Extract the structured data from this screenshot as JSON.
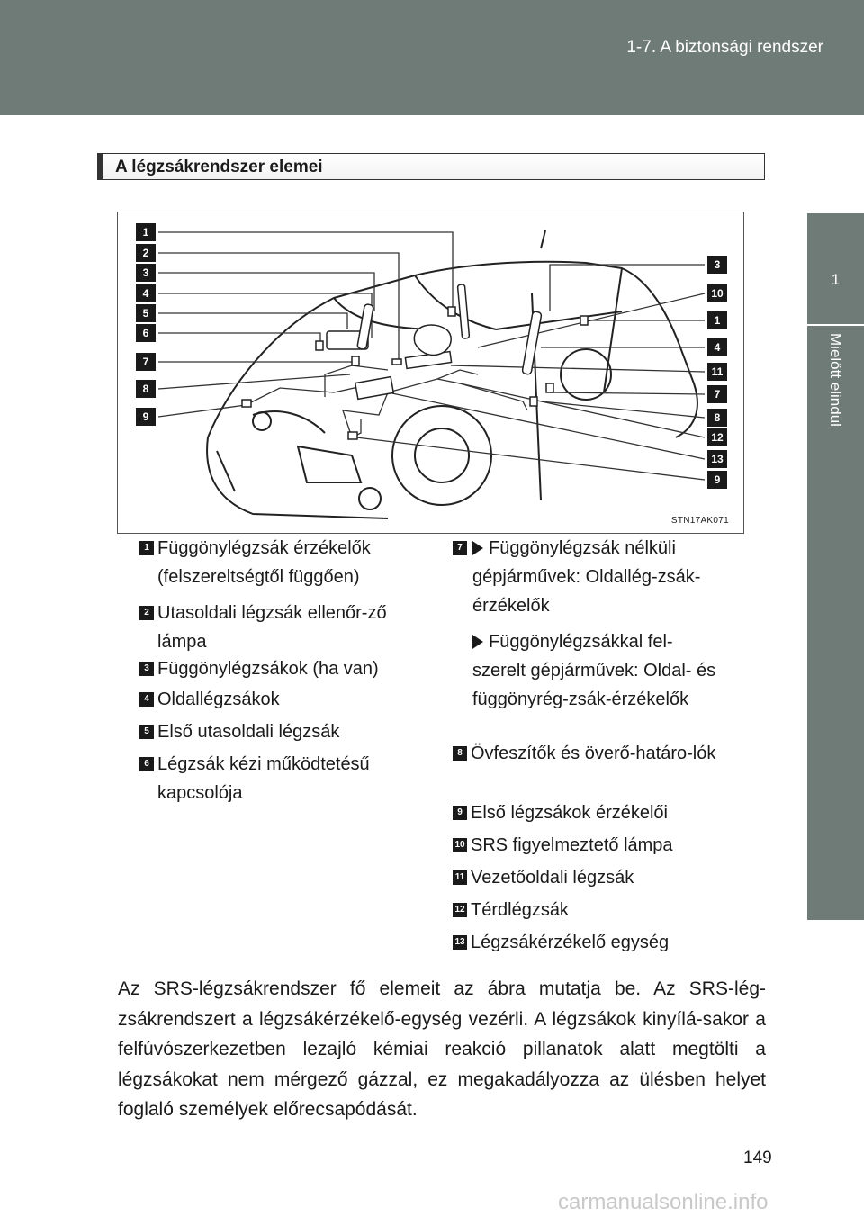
{
  "header": {
    "title": "1-7. A biztonsági rendszer"
  },
  "side_tab": {
    "number": "1",
    "label": "Mielőtt elindul"
  },
  "section": {
    "title": "A légzsákrendszer elemei"
  },
  "figure": {
    "code": "STN17AK071",
    "left_callouts": [
      "1",
      "2",
      "3",
      "4",
      "5",
      "6",
      "7",
      "8",
      "9"
    ],
    "right_callouts": [
      "3",
      "10",
      "1",
      "4",
      "11",
      "7",
      "8",
      "12",
      "13",
      "9"
    ]
  },
  "legend_left": [
    {
      "num": "1",
      "text": "Függönylégzsák érzékelők (felszereltségtől függően)"
    },
    {
      "num": "2",
      "text": "Utasoldali légzsák ellenőr-ző lámpa"
    },
    {
      "num": "3",
      "text": "Függönylégzsákok (ha van)"
    },
    {
      "num": "4",
      "text": "Oldallégzsákok"
    },
    {
      "num": "5",
      "text": "Első utasoldali légzsák"
    },
    {
      "num": "6",
      "text": "Légzsák kézi működtetésű kapcsolója"
    }
  ],
  "legend_right": [
    {
      "num": "7",
      "text_a": "Függönylégzsák nélküli gépjárművek: Oldallég-zsák-érzékelők",
      "text_b": "Függönylégzsákkal fel-szerelt gépjárművek: Oldal- és függönyrég-zsák-érzékelők"
    },
    {
      "num": "8",
      "text": "Övfeszítők és överő-határo-lók"
    },
    {
      "num": "9",
      "text": "Első légzsákok érzékelői"
    },
    {
      "num": "10",
      "text": "SRS figyelmeztető lámpa"
    },
    {
      "num": "11",
      "text": "Vezetőoldali légzsák"
    },
    {
      "num": "12",
      "text": "Térdlégzsák"
    },
    {
      "num": "13",
      "text": "Légzsákérzékelő egység"
    }
  ],
  "paragraph": "Az SRS-légzsákrendszer fő elemeit az ábra mutatja be. Az SRS-lég-zsákrendszert a légzsákérzékelő-egység vezérli. A légzsákok kinyílá-sakor a felfúvószerkezetben lezajló kémiai reakció pillanatok alatt megtölti a légzsákokat nem mérgező gázzal, ez megakadályozza az ülésben helyet foglaló személyek előrecsapódását.",
  "page_number": "149",
  "watermark": "carmanualsonline.info"
}
